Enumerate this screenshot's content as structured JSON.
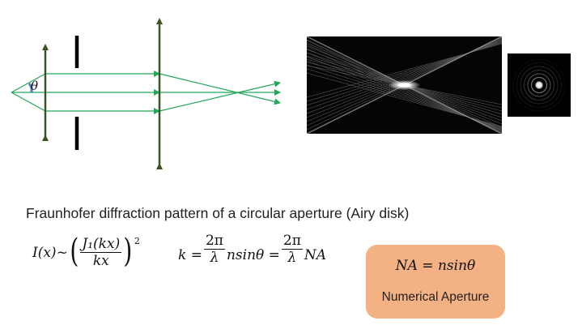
{
  "diagram": {
    "angle_symbol": "θ"
  },
  "caption": "Fraunhofer diffraction pattern of a circular aperture (Airy disk)",
  "equations": {
    "intensity_lhs": "I(x)~",
    "intensity_numerator": "J₁(kx)",
    "intensity_denominator": "kx",
    "intensity_exponent": "2",
    "k_lhs": "k =",
    "k_frac1_num": "2π",
    "k_frac1_den": "λ",
    "k_mid": "nsinθ =",
    "k_frac2_num": "2π",
    "k_frac2_den": "λ",
    "k_tail": "NA"
  },
  "na_box": {
    "formula": "NA = nsinθ",
    "label": "Numerical Aperture",
    "color": "#f4b183"
  },
  "colors": {
    "lens": "#375623",
    "ray": "#22a85a",
    "aperture": "#000000",
    "angle_marker": "#4a7fc0"
  }
}
